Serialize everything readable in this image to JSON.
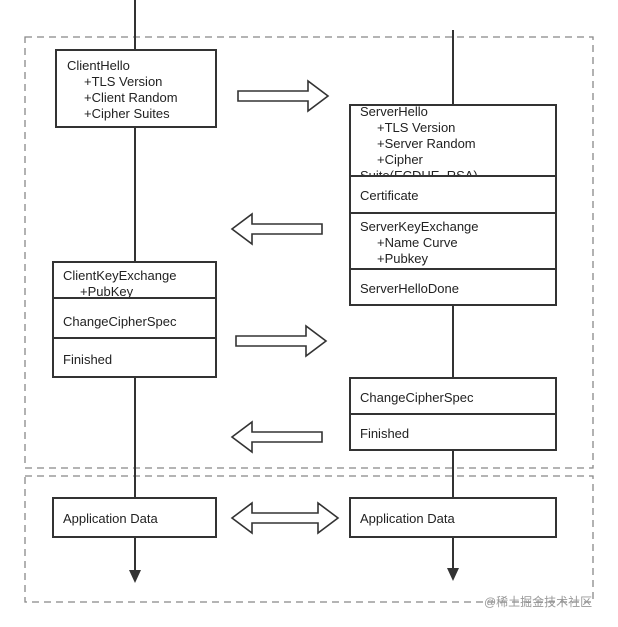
{
  "client_hello": {
    "title": "ClientHello",
    "fields": [
      "+TLS Version",
      "+Client Random",
      "+Cipher Suites"
    ]
  },
  "server_hello": {
    "title": "ServerHello",
    "fields": [
      "+TLS Version",
      "+Server Random",
      "+Cipher",
      "Suite(ECDHE_RSA)"
    ]
  },
  "certificate": "Certificate",
  "server_key_exchange": {
    "title": "ServerKeyExchange",
    "fields": [
      "+Name Curve",
      "+Pubkey"
    ]
  },
  "server_hello_done": "ServerHelloDone",
  "client_key_exchange": {
    "title": "ClientKeyExchange",
    "fields": [
      "+PubKey"
    ]
  },
  "client_change_cipher_spec": "ChangeCipherSpec",
  "client_finished": "Finished",
  "server_change_cipher_spec": "ChangeCipherSpec",
  "server_finished": "Finished",
  "client_application_data": "Application Data",
  "server_application_data": "Application Data",
  "watermark": "@稀土掘金技术社区"
}
